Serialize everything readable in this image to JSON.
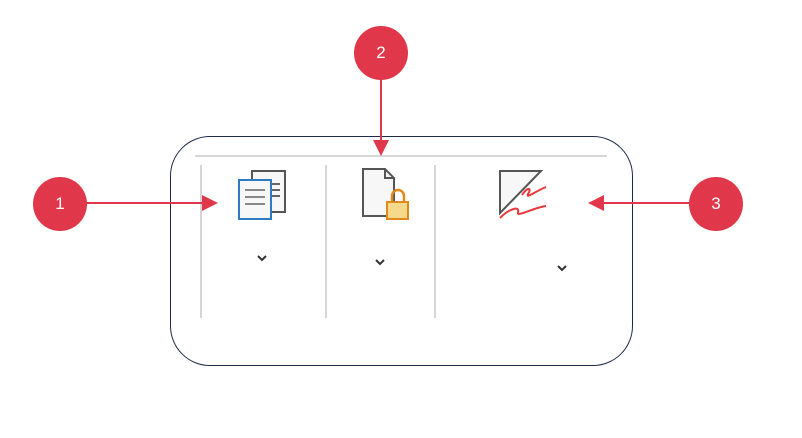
{
  "callouts": [
    {
      "label": "1"
    },
    {
      "label": "2"
    },
    {
      "label": "3"
    }
  ],
  "icons": [
    "copy-document-icon",
    "locked-document-icon",
    "signature-icon"
  ],
  "colors": {
    "callout": "#e0384a",
    "panel_border": "#1f2a4a",
    "blue": "#2e7bc4",
    "orange": "#e08a1e",
    "lock_fill": "#f6d98a",
    "signature": "#e8383c"
  }
}
